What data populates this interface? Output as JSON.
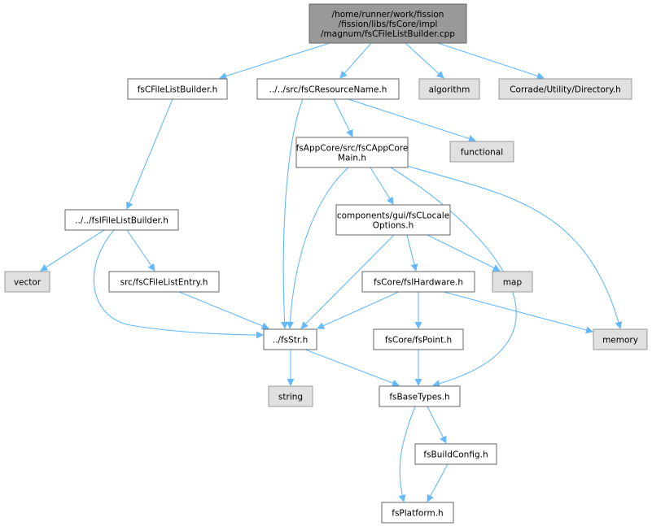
{
  "colors": {
    "edge": "#63b8ff",
    "root_fill": "#999999",
    "root_border": "#666666",
    "node_fill": "#ffffff",
    "node_border": "#666666",
    "system_fill": "#e0e0e0",
    "system_border": "#999999"
  },
  "nodes": {
    "root": {
      "lines": [
        "/home/runner/work/fission",
        "/fission/libs/fsCore/impl",
        "/magnum/fsCFileListBuilder.cpp"
      ]
    },
    "fsCFileListBuilder_h": {
      "lines": [
        "fsCFileListBuilder.h"
      ]
    },
    "resourceName_h": {
      "lines": [
        "../../src/fsCResourceName.h"
      ]
    },
    "algorithm": {
      "lines": [
        "algorithm"
      ]
    },
    "corradeDirectory_h": {
      "lines": [
        "Corrade/Utility/Directory.h"
      ]
    },
    "functional": {
      "lines": [
        "functional"
      ]
    },
    "appCoreMain_h": {
      "lines": [
        "fsAppCore/src/fsCAppCore",
        "Main.h"
      ]
    },
    "fsIFileListBuilder_h": {
      "lines": [
        "../../fsIFileListBuilder.h"
      ]
    },
    "localeOptions_h": {
      "lines": [
        "components/gui/fsCLocale",
        "Options.h"
      ]
    },
    "vector": {
      "lines": [
        "vector"
      ]
    },
    "fileListEntry_h": {
      "lines": [
        "src/fsCFileListEntry.h"
      ]
    },
    "map": {
      "lines": [
        "map"
      ]
    },
    "hardware_h": {
      "lines": [
        "fsCore/fsIHardware.h"
      ]
    },
    "memory": {
      "lines": [
        "memory"
      ]
    },
    "fsStr_h": {
      "lines": [
        "../fsStr.h"
      ]
    },
    "point_h": {
      "lines": [
        "fsCore/fsPoint.h"
      ]
    },
    "string": {
      "lines": [
        "string"
      ]
    },
    "baseTypes_h": {
      "lines": [
        "fsBaseTypes.h"
      ]
    },
    "buildConfig_h": {
      "lines": [
        "fsBuildConfig.h"
      ]
    },
    "platform_h": {
      "lines": [
        "fsPlatform.h"
      ]
    }
  }
}
